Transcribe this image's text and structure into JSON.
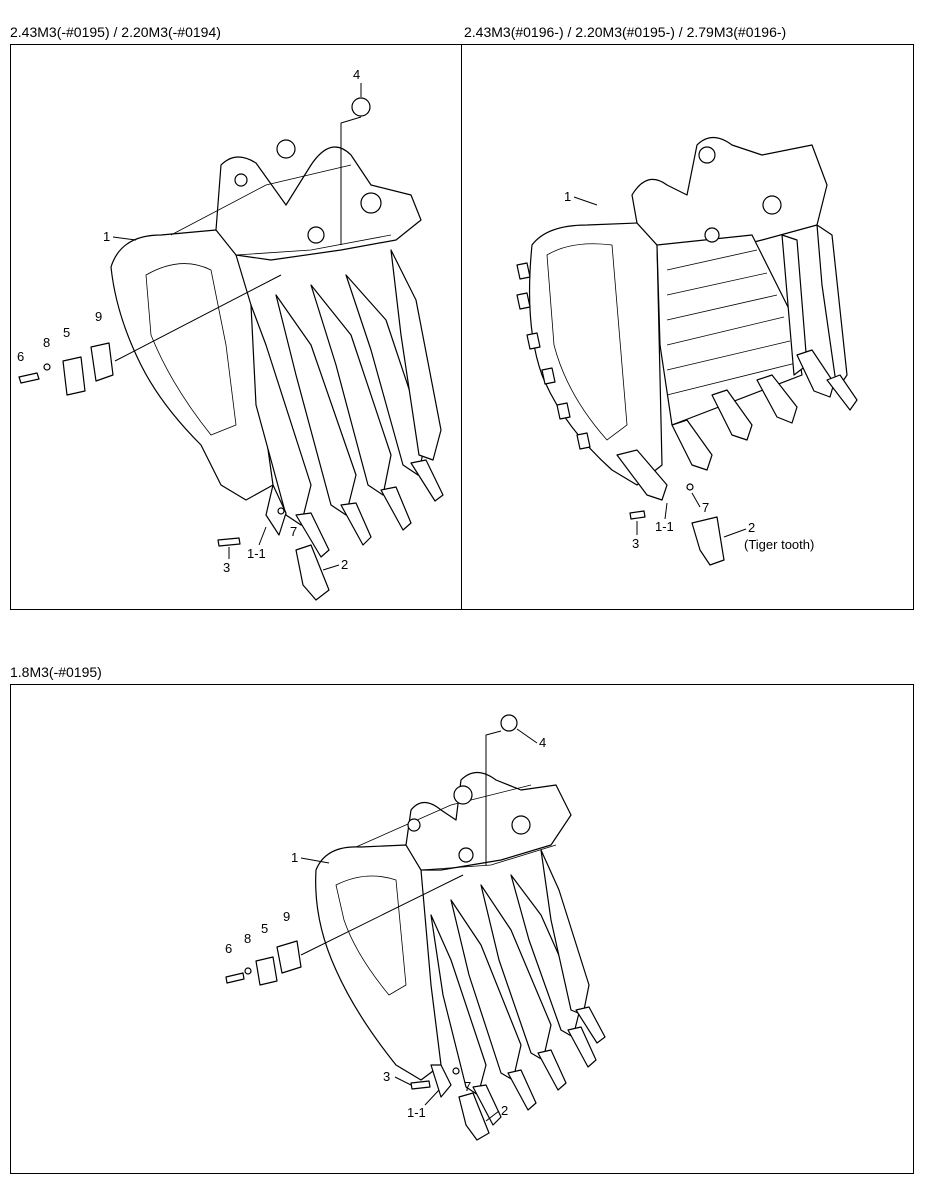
{
  "sections": [
    {
      "caption": "2.43M3(-#0195) / 2.20M3(-#0194)"
    },
    {
      "caption": "2.43M3(#0196-) / 2.20M3(#0195-) / 2.79M3(#0196-)"
    },
    {
      "caption": "1.8M3(-#0195)"
    }
  ],
  "callouts": {
    "a": [
      "4",
      "1",
      "9",
      "5",
      "8",
      "6",
      "7",
      "3",
      "1-1",
      "2"
    ],
    "b": [
      "1",
      "7",
      "1-1",
      "3",
      "2",
      "(Tiger tooth)"
    ],
    "c": [
      "4",
      "1",
      "9",
      "5",
      "8",
      "6",
      "7",
      "3",
      "1-1",
      "2"
    ]
  }
}
